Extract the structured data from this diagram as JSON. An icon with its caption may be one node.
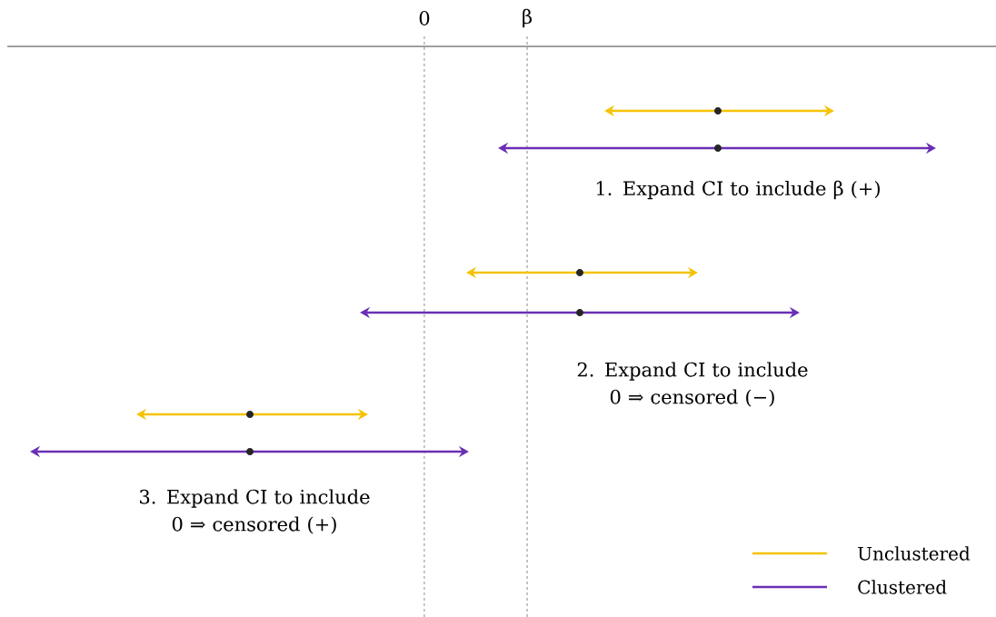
{
  "diagram": {
    "labels": [
      "0",
      "β",
      "1. Expand CI to include β (+)",
      "2. Expand CI to include 0 ⇒ censored (−)",
      "3. Expand CI to include 0 ⇒ censored (+)"
    ],
    "legend": [
      {
        "text": "Unclustered"
      },
      {
        "text": "Clustered"
      }
    ]
  }
}
